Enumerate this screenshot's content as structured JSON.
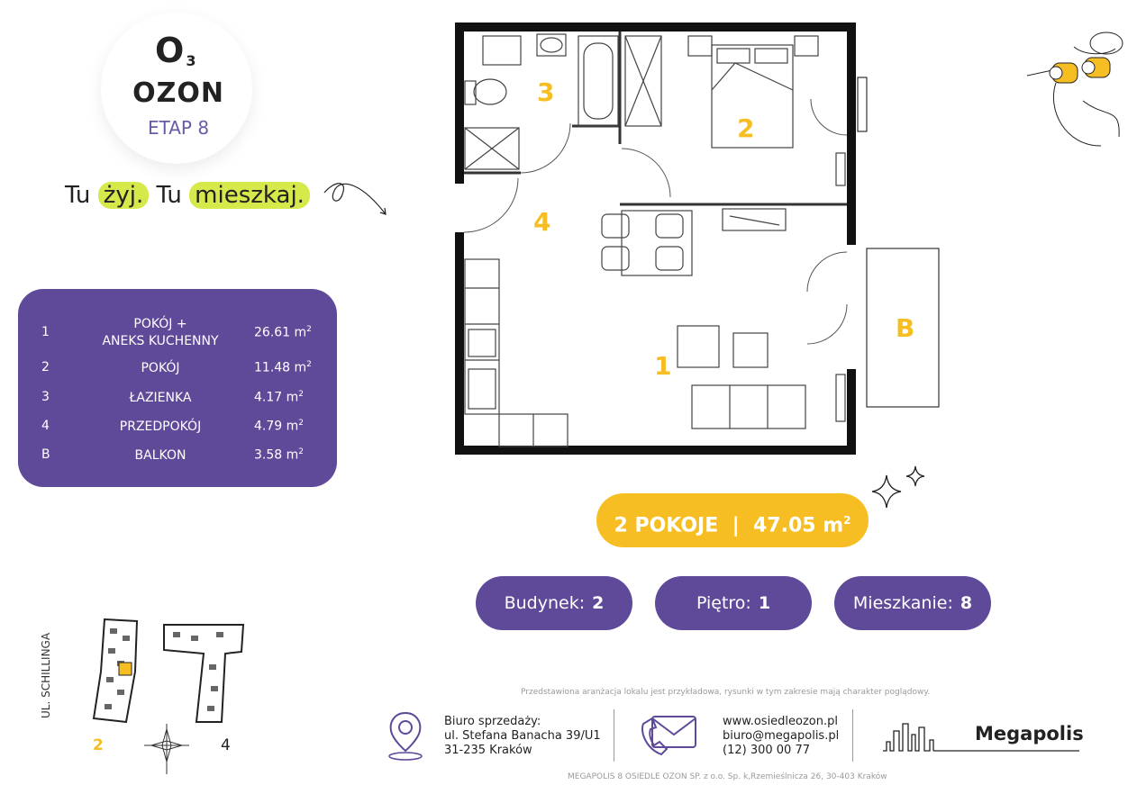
{
  "logo": {
    "mark": "O",
    "mark_sub": "3",
    "name": "OZON",
    "stage": "ETAP 8"
  },
  "slogan": {
    "part1": "Tu",
    "hl1": "żyj.",
    "part2": "Tu",
    "hl2": "mieszkaj."
  },
  "rooms": [
    {
      "num": "1",
      "name_line1": "POKÓJ +",
      "name_line2": "ANEKS KUCHENNY",
      "area": "26.61 m",
      "unit_sup": "2"
    },
    {
      "num": "2",
      "name_line1": "POKÓJ",
      "name_line2": "",
      "area": "11.48 m",
      "unit_sup": "2"
    },
    {
      "num": "3",
      "name_line1": "ŁAZIENKA",
      "name_line2": "",
      "area": "4.17 m",
      "unit_sup": "2"
    },
    {
      "num": "4",
      "name_line1": "PRZEDPOKÓJ",
      "name_line2": "",
      "area": "4.79 m",
      "unit_sup": "2"
    },
    {
      "num": "B",
      "name_line1": "BALKON",
      "name_line2": "",
      "area": "3.58 m",
      "unit_sup": "2"
    }
  ],
  "plan_labels": {
    "r1": "1",
    "r2": "2",
    "r3": "3",
    "r4": "4",
    "rb": "B"
  },
  "summary": {
    "rooms": "2 POKOJE",
    "sep": "|",
    "area": "47.05 m",
    "unit_sup": "2"
  },
  "info": {
    "building_label": "Budynek:",
    "building": "2",
    "floor_label": "Piętro:",
    "floor": "1",
    "apartment_label": "Mieszkanie:",
    "apartment": "8"
  },
  "site": {
    "street": "UL. SCHILLINGA",
    "building_a": "2",
    "building_b": "4"
  },
  "footer": {
    "disclaimer": "Przedstawiona aranżacja lokalu jest przykładowa, rysunki w tym zakresie mają charakter poglądowy.",
    "office_title": "Biuro sprzedaży:",
    "office_street": "ul. Stefana Banacha 39/U1",
    "office_city": "31-235 Kraków",
    "website": "www.osiedleozon.pl",
    "email": "biuro@megapolis.pl",
    "phone": "(12) 300 00 77",
    "brand": "Megapolis",
    "legal": "MEGAPOLIS 8 OSIEDLE OZON SP. z o.o. Sp. k,Rzemieślnicza 26, 30-403 Kraków"
  },
  "colors": {
    "purple": "#5f4a9a",
    "yellow": "#f7be24",
    "lime": "#d6e94a"
  },
  "icons": [
    "location-pin-icon",
    "envelope-phone-icon",
    "compass-icon",
    "sparkle-icon",
    "binoculars-illustration"
  ]
}
